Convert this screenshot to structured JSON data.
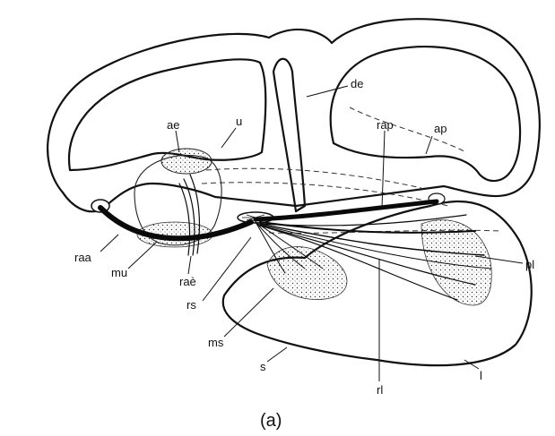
{
  "labels": {
    "de": "de",
    "ae": "ae",
    "u": "u",
    "rap": "rap",
    "ap": "ap",
    "raa": "raa",
    "mu": "mu",
    "rae": "raè",
    "rs": "rs",
    "ms": "ms",
    "s": "s",
    "rl": "rl",
    "l": "l",
    "pl": "pl"
  },
  "caption": "(a)"
}
